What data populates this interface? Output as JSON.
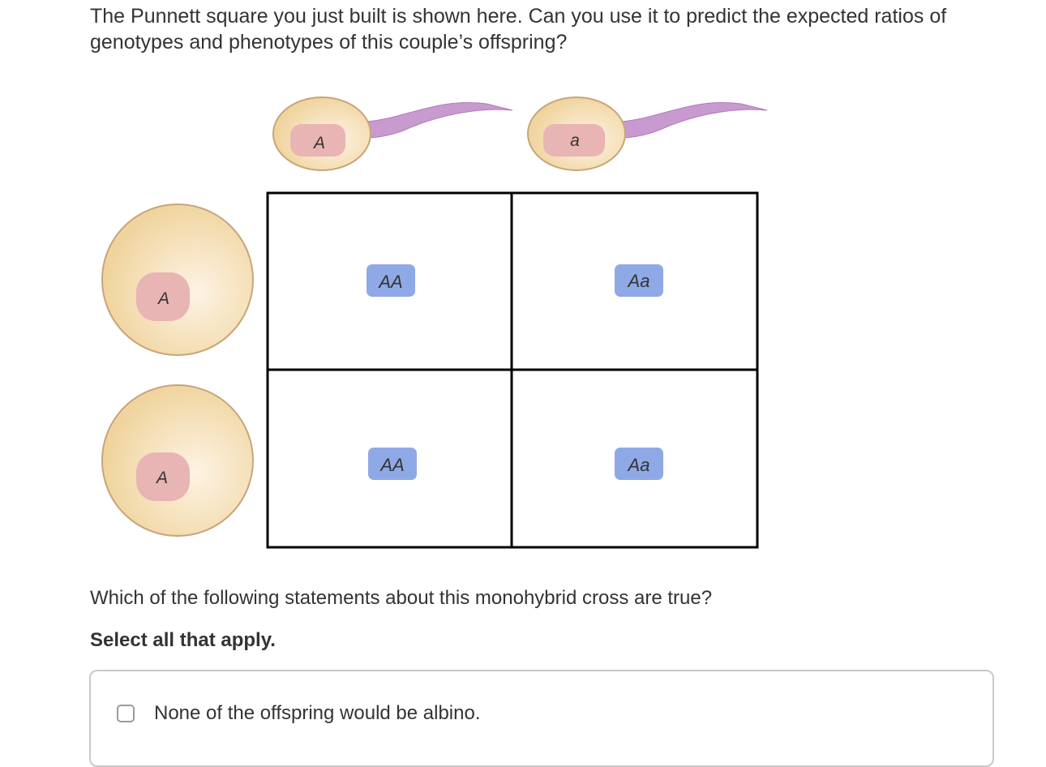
{
  "intro_text": "The Punnett square you just built is shown here. Can you use it to predict the expected ratios of genotypes and phenotypes of this couple’s offspring?",
  "sperm_alleles": [
    "A",
    "a"
  ],
  "egg_alleles": [
    "A",
    "A"
  ],
  "punnett_cells": [
    [
      "AA",
      "Aa"
    ],
    [
      "AA",
      "Aa"
    ]
  ],
  "question_text": "Which of the following statements about this monohybrid cross are true?",
  "instruction_text": "Select all that apply.",
  "options": [
    {
      "label": "None of the offspring would be albino.",
      "checked": false
    }
  ],
  "colors": {
    "cell_fill": "#f3dcae",
    "nucleus_fill": "#e8b4b4",
    "tail_fill": "#c99ad0",
    "genotype_badge": "#8fa9e6",
    "grid_line": "#000000"
  }
}
